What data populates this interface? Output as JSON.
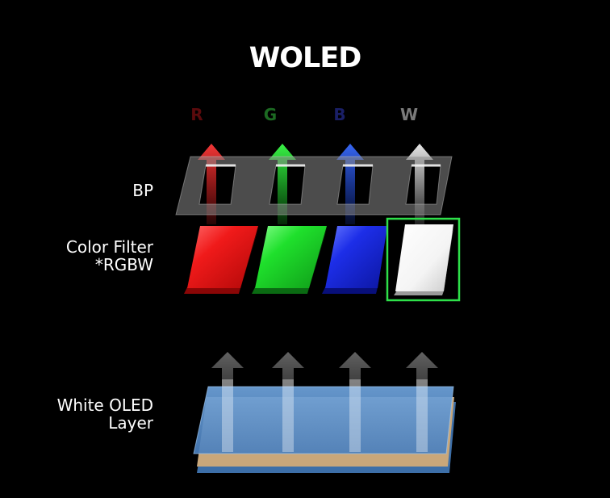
{
  "title": "WOLED",
  "subpixels": [
    {
      "letter": "R",
      "color": "#e0141a"
    },
    {
      "letter": "G",
      "color": "#19d52a"
    },
    {
      "letter": "B",
      "color": "#2233dd"
    },
    {
      "letter": "W",
      "color": "#ffffff"
    }
  ],
  "labels": {
    "bp": "BP",
    "color_filter_line1": "Color Filter",
    "color_filter_line2": "*RGBW",
    "oled_line1": "White OLED",
    "oled_line2": "Layer"
  },
  "colors": {
    "background": "#000000",
    "highlight_box": "#2ee04a",
    "oled_layer": "#5b8fc8",
    "oled_base": "#c9a77a"
  }
}
